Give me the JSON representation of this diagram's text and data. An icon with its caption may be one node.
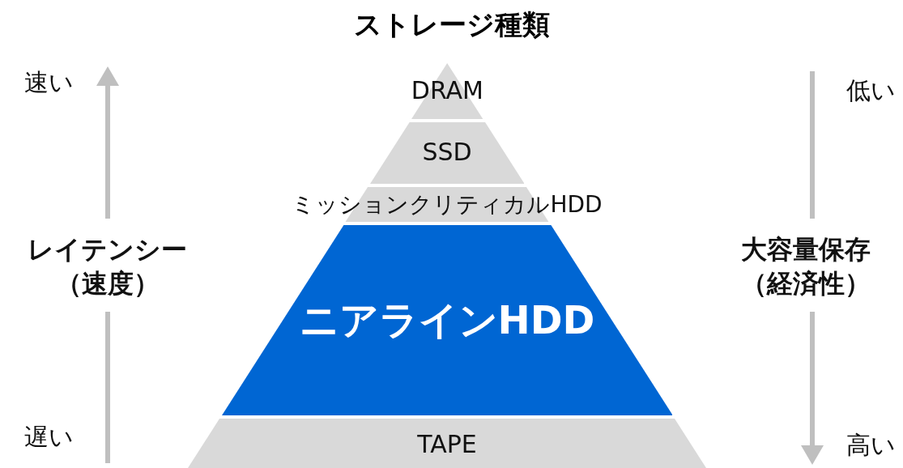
{
  "diagram": {
    "title": "ストレージ種類",
    "nodes": [
      {
        "text": [
          "DRAM"
        ]
      },
      {
        "text": [
          "SSD"
        ]
      },
      {
        "text": [
          "ミッションクリティカルHDD"
        ]
      },
      {
        "text": [
          "ニアラインHDD"
        ]
      },
      {
        "text": [
          "TAPE"
        ]
      }
    ],
    "labels": [
      "速い",
      "低い",
      "レイテンシー（速度）",
      "大容量保存（経済性）",
      "遅い",
      "高い"
    ]
  }
}
